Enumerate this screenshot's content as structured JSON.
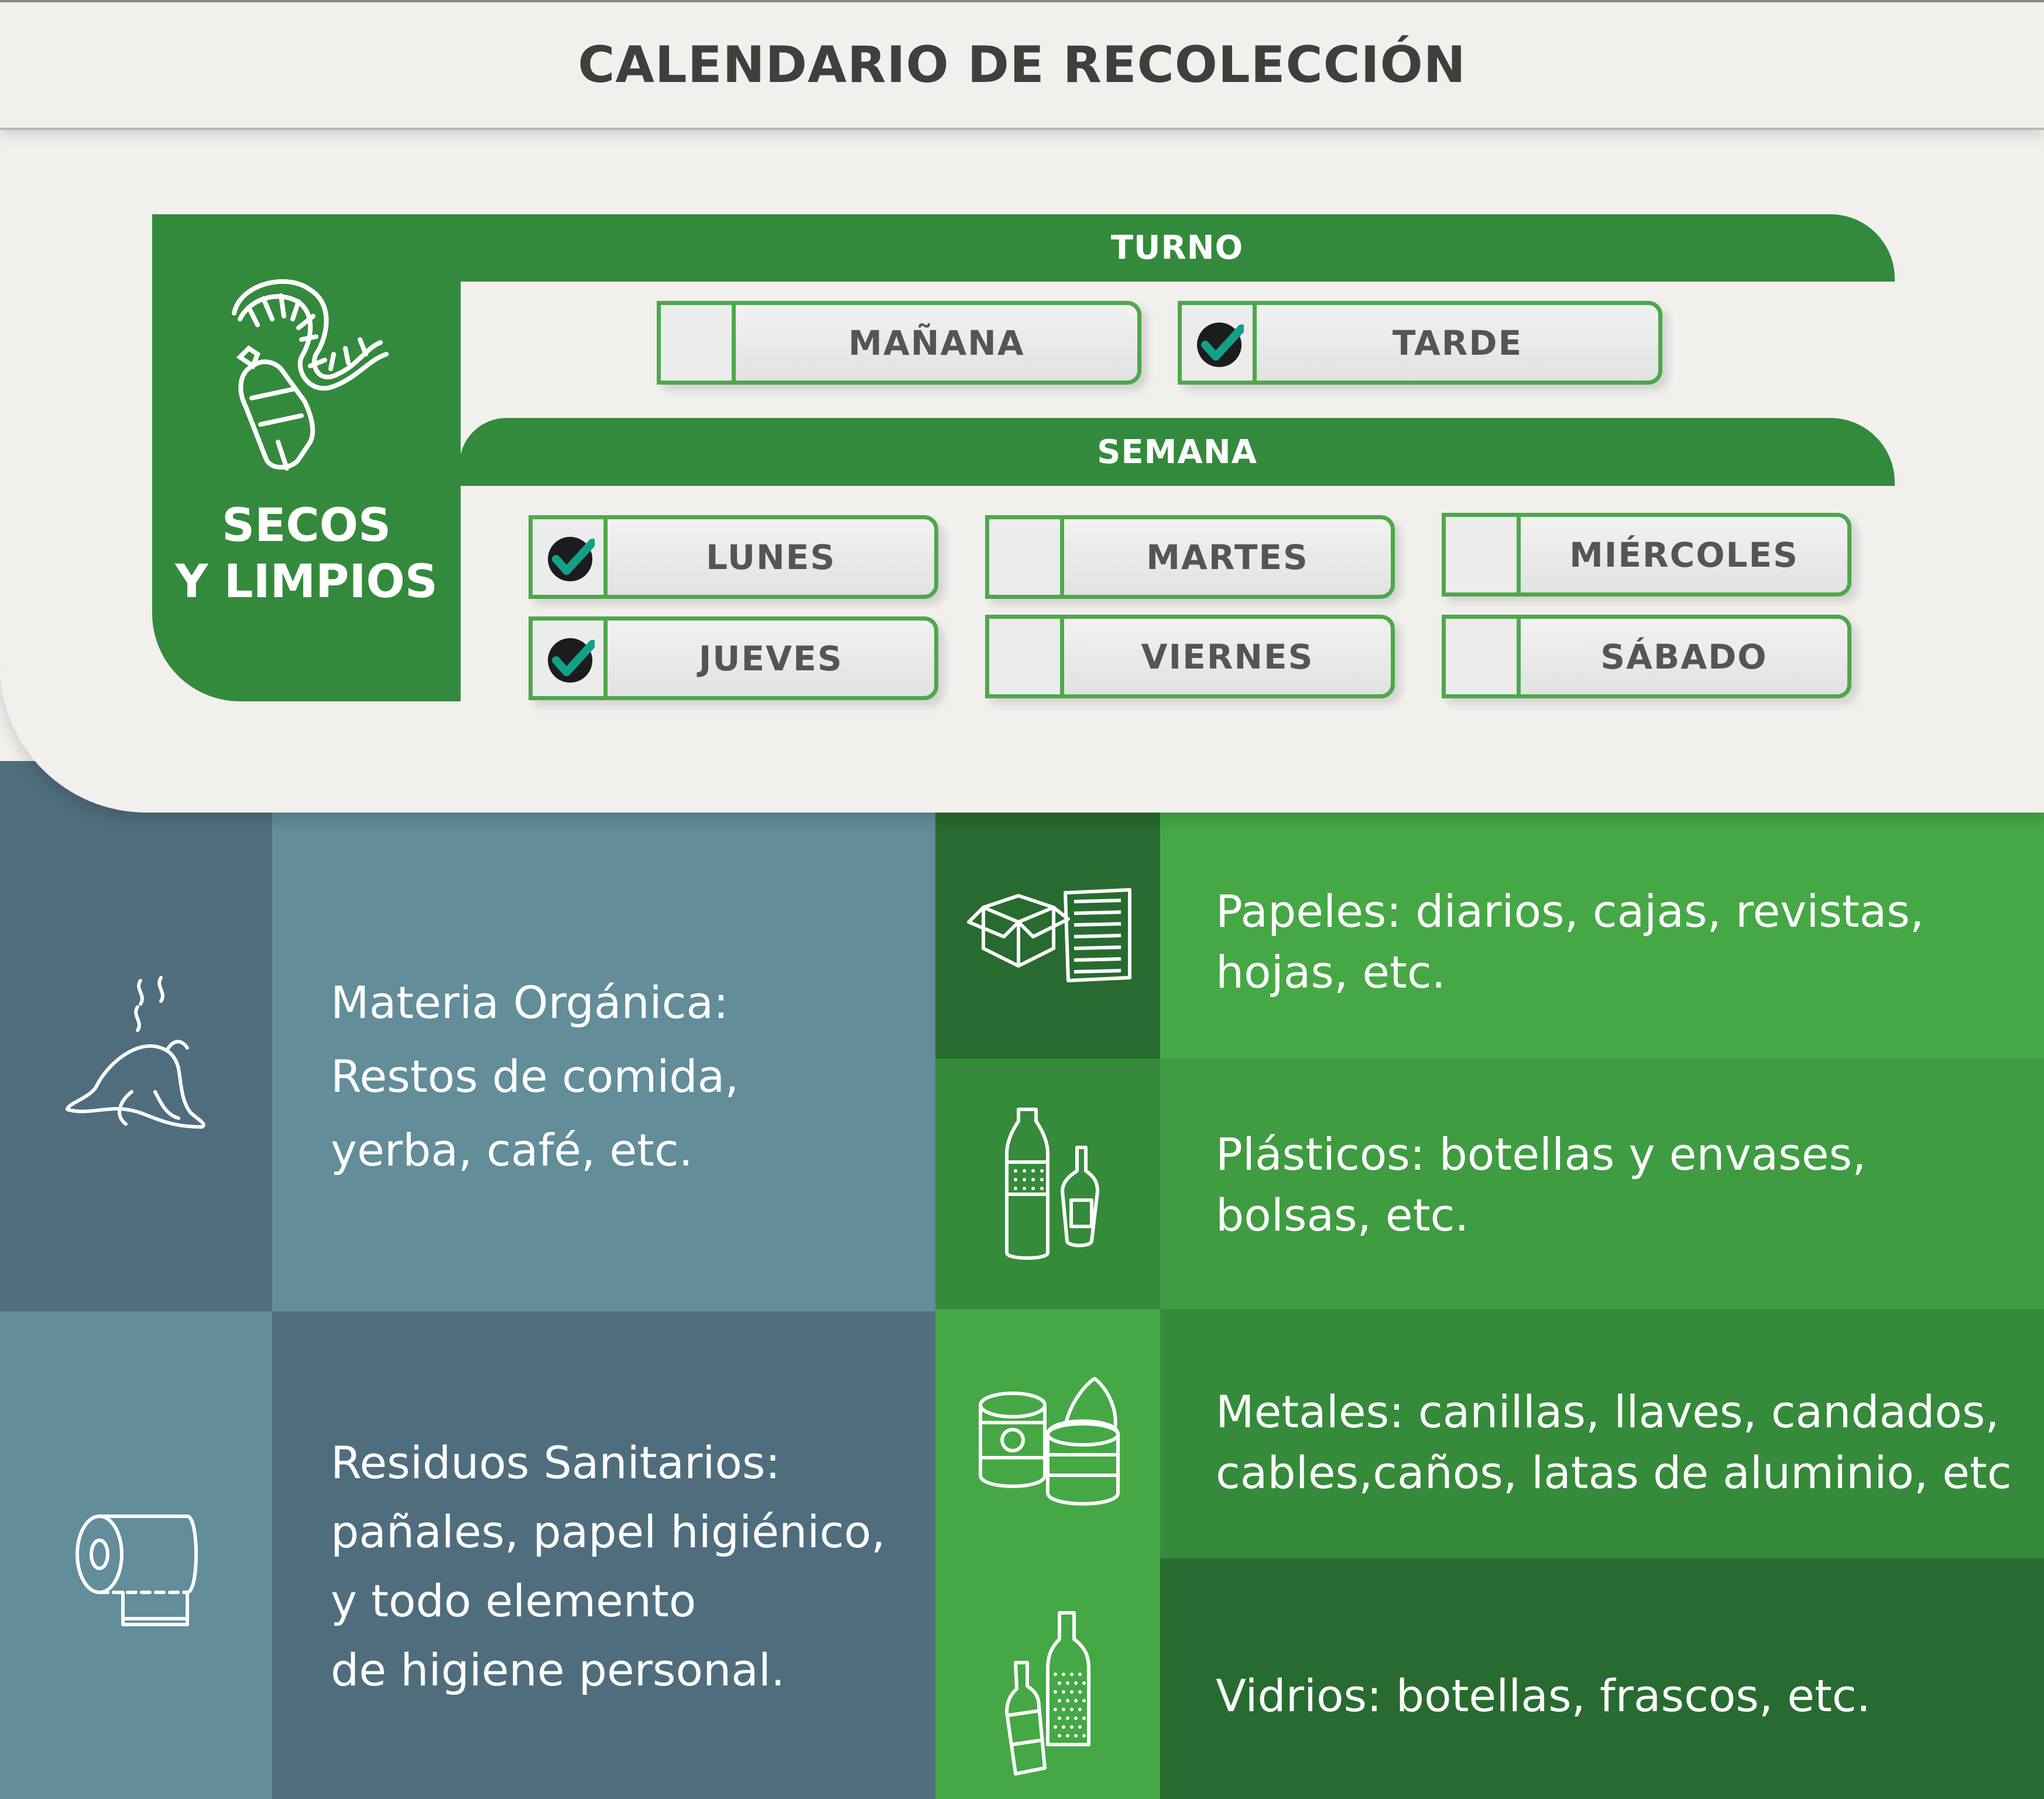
{
  "header": {
    "title": "CALENDARIO DE RECOLECCIÓN"
  },
  "category": {
    "line1": "SECOS",
    "line2": "Y LIMPIOS",
    "icon": "recycling-bottle-icon"
  },
  "turno": {
    "label": "TURNO",
    "options": [
      {
        "label": "MAÑANA",
        "checked": false
      },
      {
        "label": "TARDE",
        "checked": true
      }
    ]
  },
  "semana": {
    "label": "SEMANA",
    "days": [
      {
        "label": "LUNES",
        "checked": true
      },
      {
        "label": "MARTES",
        "checked": false
      },
      {
        "label": "MIÉRCOLES",
        "checked": false
      },
      {
        "label": "JUEVES",
        "checked": true
      },
      {
        "label": "VIERNES",
        "checked": false
      },
      {
        "label": "SÁBADO",
        "checked": false
      }
    ]
  },
  "organic": {
    "lines": [
      "Materia Orgánica:",
      "Restos de comida,",
      "yerba, café, etc."
    ],
    "icon": "banana-peel-icon"
  },
  "sanitary": {
    "lines": [
      "Residuos Sanitarios:",
      "pañales, papel higiénico,",
      "y todo elemento",
      "de higiene personal."
    ],
    "icon": "toilet-paper-icon"
  },
  "recyclables": [
    {
      "lines": [
        "Papeles: diarios, cajas, revistas,",
        "hojas, etc."
      ],
      "icon": "box-and-paper-icon"
    },
    {
      "lines": [
        "Plásticos: botellas y envases,",
        "bolsas, etc."
      ],
      "icon": "plastic-bottles-icon"
    },
    {
      "lines": [
        "Metales: canillas, llaves, candados,",
        "cables,caños, latas de aluminio, etc"
      ],
      "icon": "cans-icon"
    },
    {
      "lines": [
        "Vidrios: botellas, frascos, etc."
      ],
      "icon": "glass-bottles-icon"
    }
  ],
  "colors": {
    "green": "#348a3c",
    "check": "#13a089",
    "blue_dark": "#506d7e",
    "blue_light": "#628d99",
    "green_light": "#45a845",
    "green_mid": "#358b39",
    "green_dark": "#286b30"
  }
}
